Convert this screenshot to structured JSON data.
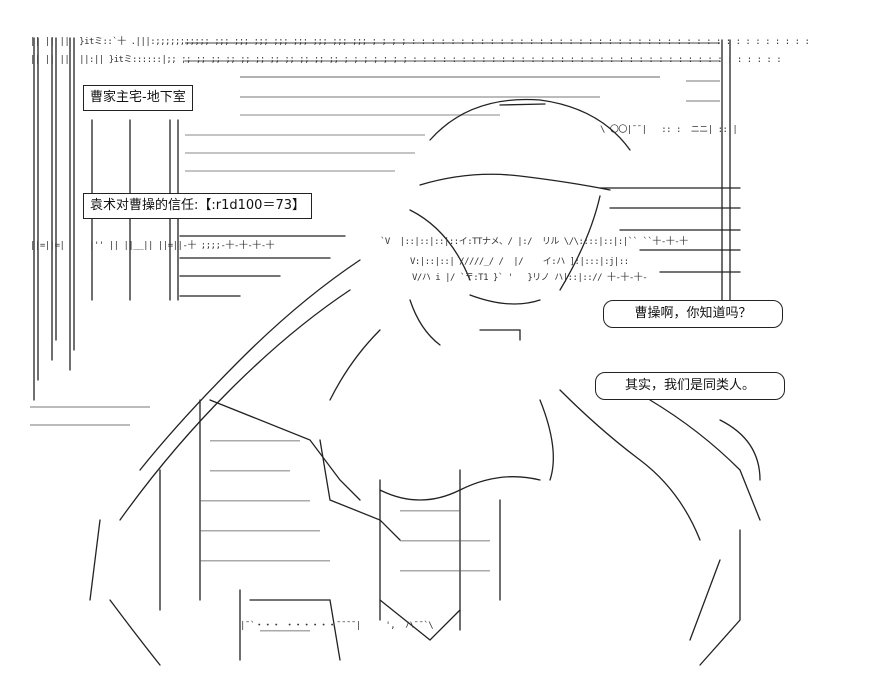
{
  "scene": {
    "location_label": "曹家主宅-地下室",
    "trust_label": "袁术对曹操的信任:【:r1d100＝73】"
  },
  "dialogue": [
    {
      "text": "曹操啊，你知道吗？"
    },
    {
      "text": "其实，我们是同类人。"
    }
  ],
  "ascii_fragments": {
    "top_banner": "|| || ||  }itミ::`十 .|||:;;;;;;;;;;; ;;; ;;; ;;; ;;; ;;; ;;; ;;; ;;; ; ; ; ; : : : : : : : : : : : : : : : : : : : : : : : : : : : : : : : : : : : : : : : : : ",
    "top_banner_2": "|| || ||  ||:|| }itミ::::::|;; ;; ;; ;; ;; ;; ;; ;; ;; ;; ;; ;; ; ; ; ; ; ; ; : : : : : : : : : : : : : : : : : : : : : : : : : : : : : : : : : : : : : : ",
    "mid_left": "||=||=|     |'' || ||__|| ||=||-十 ;;;;-十-十-十-十",
    "face_row_1": "V:|::|::| /////_/ /  |/    イ:ハ ]:|:::|:j|::",
    "face_row_2": "V/ハ i |/ `〒:T1 }` '   }リノ ハ|::|::// 十-十-十-",
    "face_row_3": "`V  |::|::|::|::イ:TTナメ、/ |:/  リル \\/\\::::|::|:|`` ``十-十-十",
    "right_cluster": "\\ 〇〇|¯¯|   :: :  ニニ| :: |  ",
    "bottom_row": "|¯`・・・ ・・・・・・¯¯¯¯|     ',  ハ¯¯`\\"
  }
}
